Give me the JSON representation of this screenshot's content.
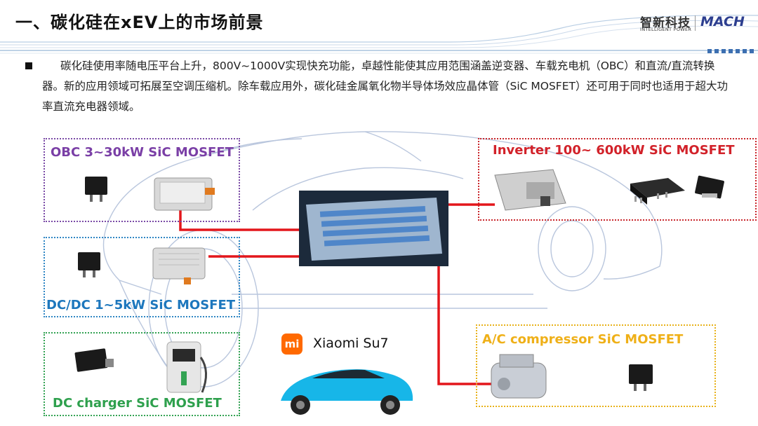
{
  "header": {
    "title": "一、碳化硅在xEV上的市场前景",
    "logo_cn": "智新科技",
    "logo_en": "INTELLIGENT POWER",
    "logo_brand": "MACH"
  },
  "paragraph": {
    "text": "碳化硅使用率随电压平台上升，800V~1000V实现快充功能，卓越性能使其应用范围涵盖逆变器、车载充电机（OBC）和直流/直流转换器。新的应用领域可拓展至空调压缩机。除车载应用外，碳化硅金属氧化物半导体场效应晶体管（SiC MOSFET）还可用于同时也适用于超大功率直流充电器领域。"
  },
  "applications": {
    "obc": "OBC 3~30kW  SiC MOSFET",
    "dcdc": "DC/DC 1~5kW  SiC MOSFET",
    "charger": "DC charger   SiC MOSFET",
    "inverter": "Inverter 100~ 600kW  SiC MOSFET",
    "ac": "A/C compressor   SiC MOSFET"
  },
  "vehicle": {
    "logo_glyph": "mi",
    "name": "Xiaomi Su7"
  },
  "colors": {
    "obc": "#7a4aa6",
    "dcdc": "#2f86c4",
    "charger": "#33a353",
    "inverter": "#c9262b",
    "ac": "#e8b21a",
    "connector": "#e3161b",
    "brand": "#ff6900"
  }
}
